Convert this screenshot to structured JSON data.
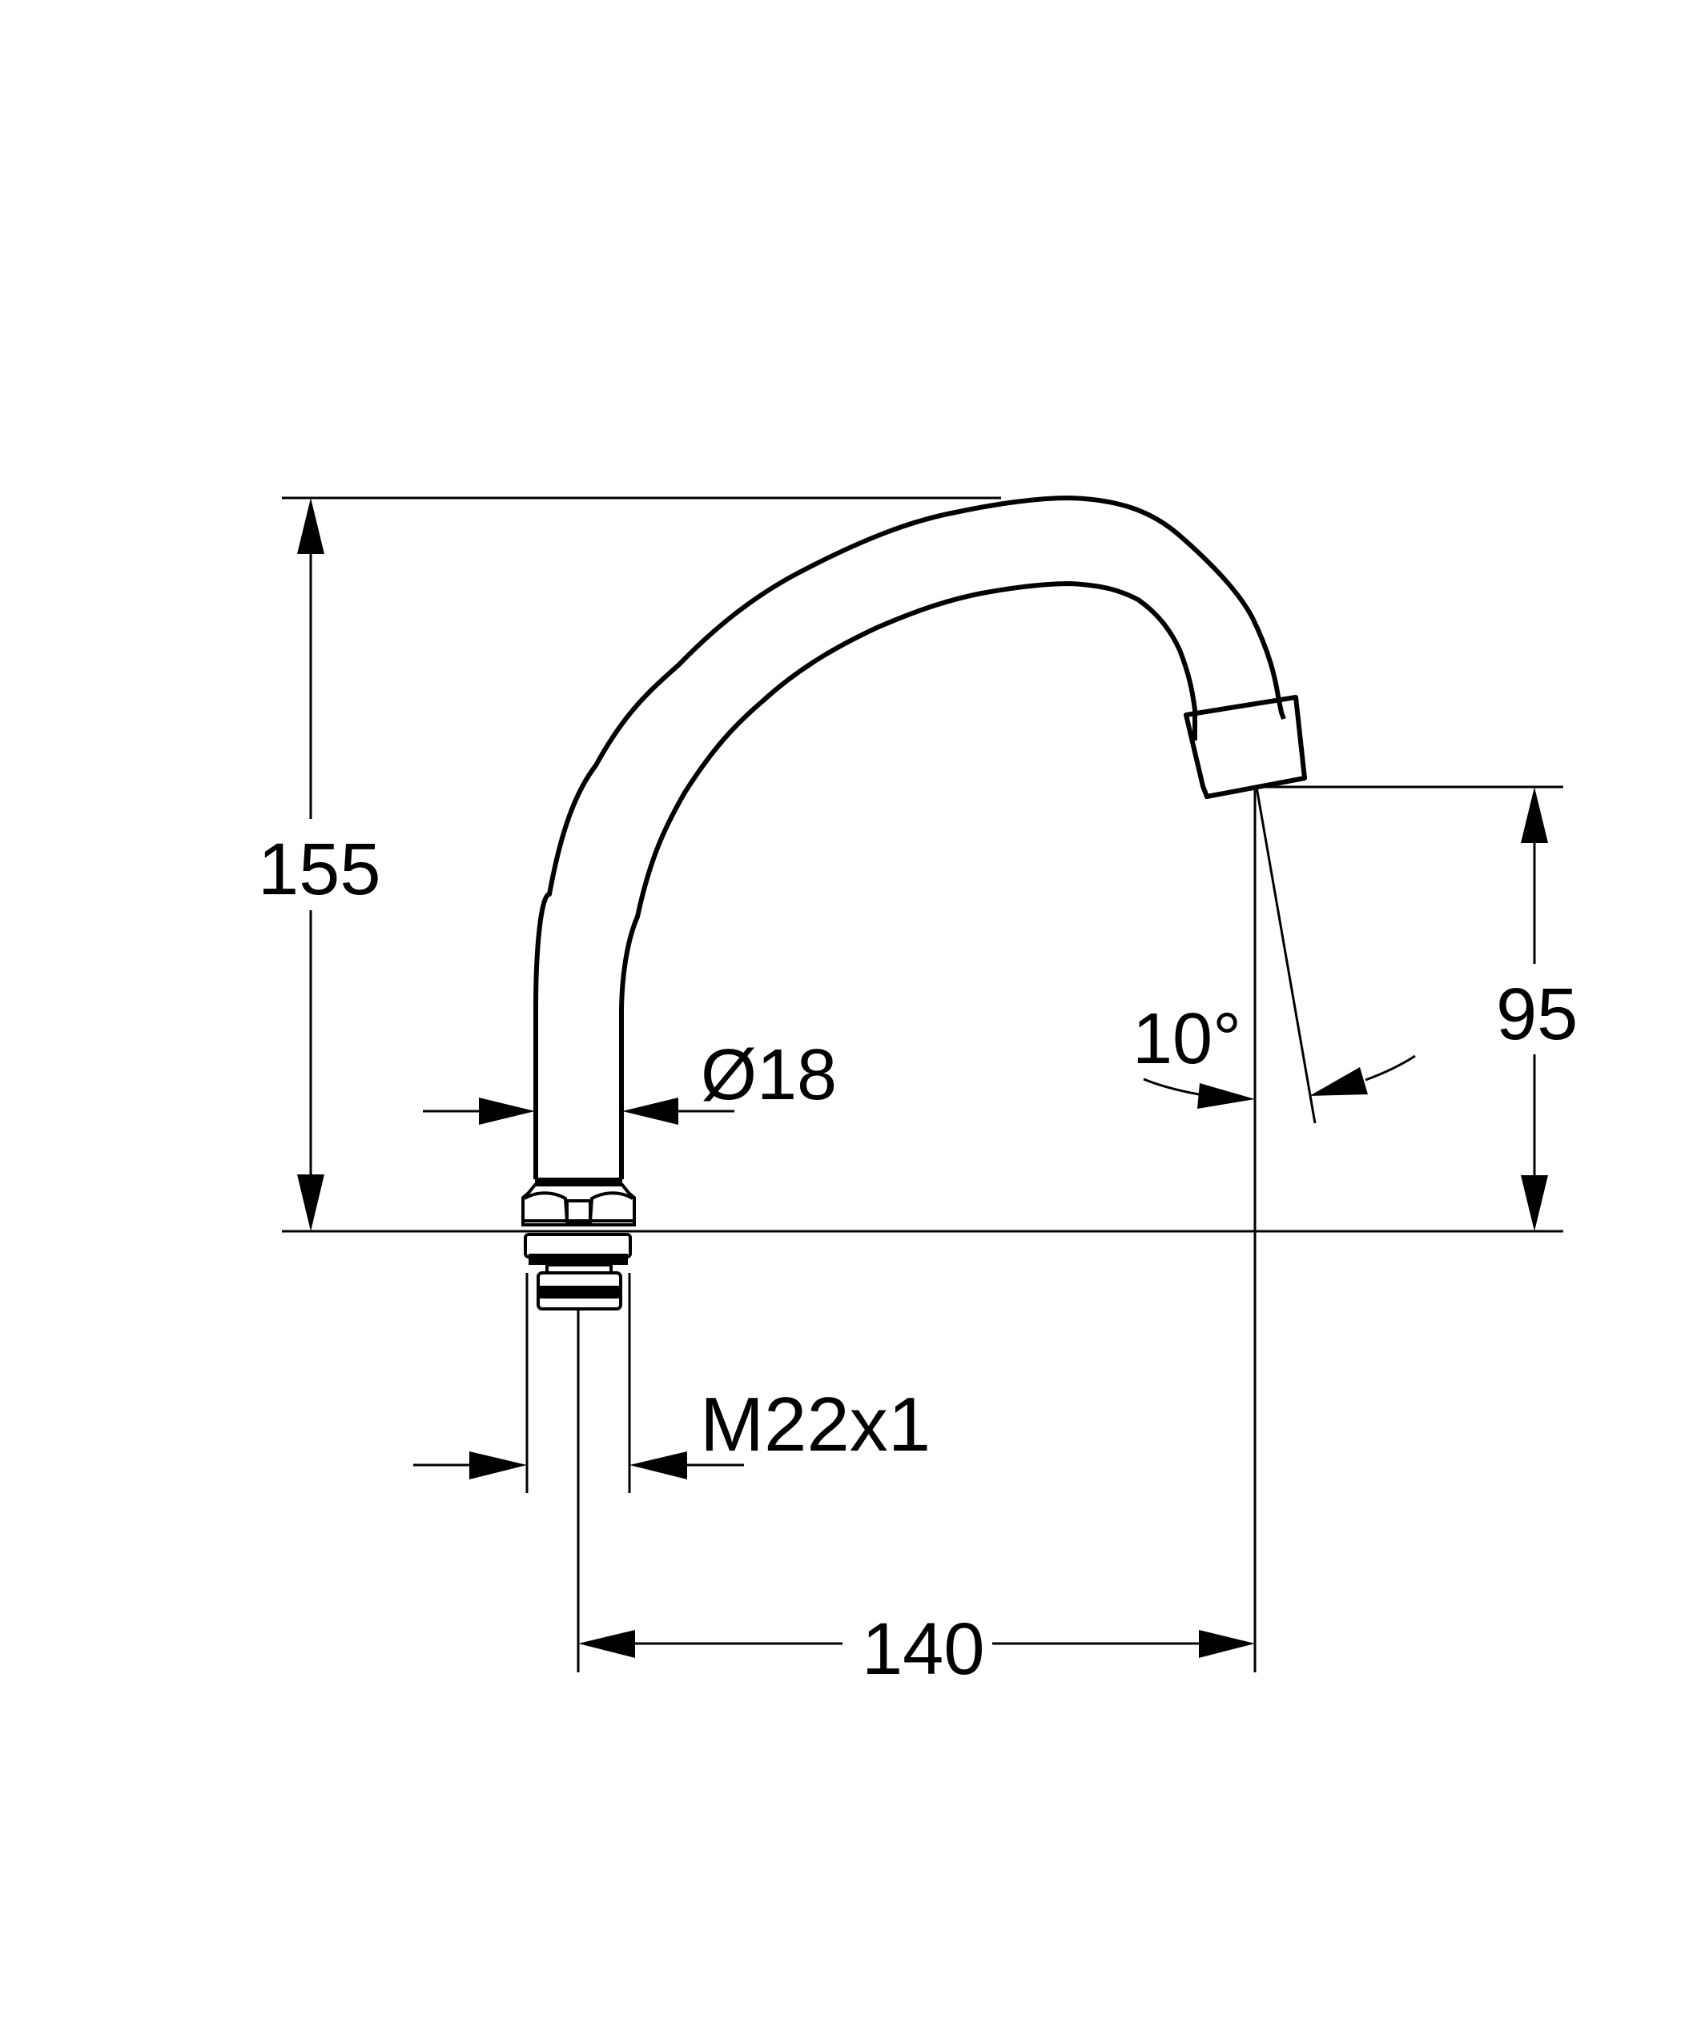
{
  "drawing": {
    "subject": "Swivel spout technical drawing",
    "units": "mm",
    "colors": {
      "line": "#000000",
      "background": "#ffffff"
    }
  },
  "dimensions": {
    "total_height": {
      "label": "155",
      "value": 155
    },
    "outlet_height": {
      "label": "95",
      "value": 95
    },
    "projection": {
      "label": "140",
      "value": 140
    },
    "pipe_diameter": {
      "label": "Ø18",
      "value": 18
    },
    "thread": {
      "label": "M22x1"
    },
    "outlet_angle": {
      "label": "10°",
      "value": 10
    }
  }
}
